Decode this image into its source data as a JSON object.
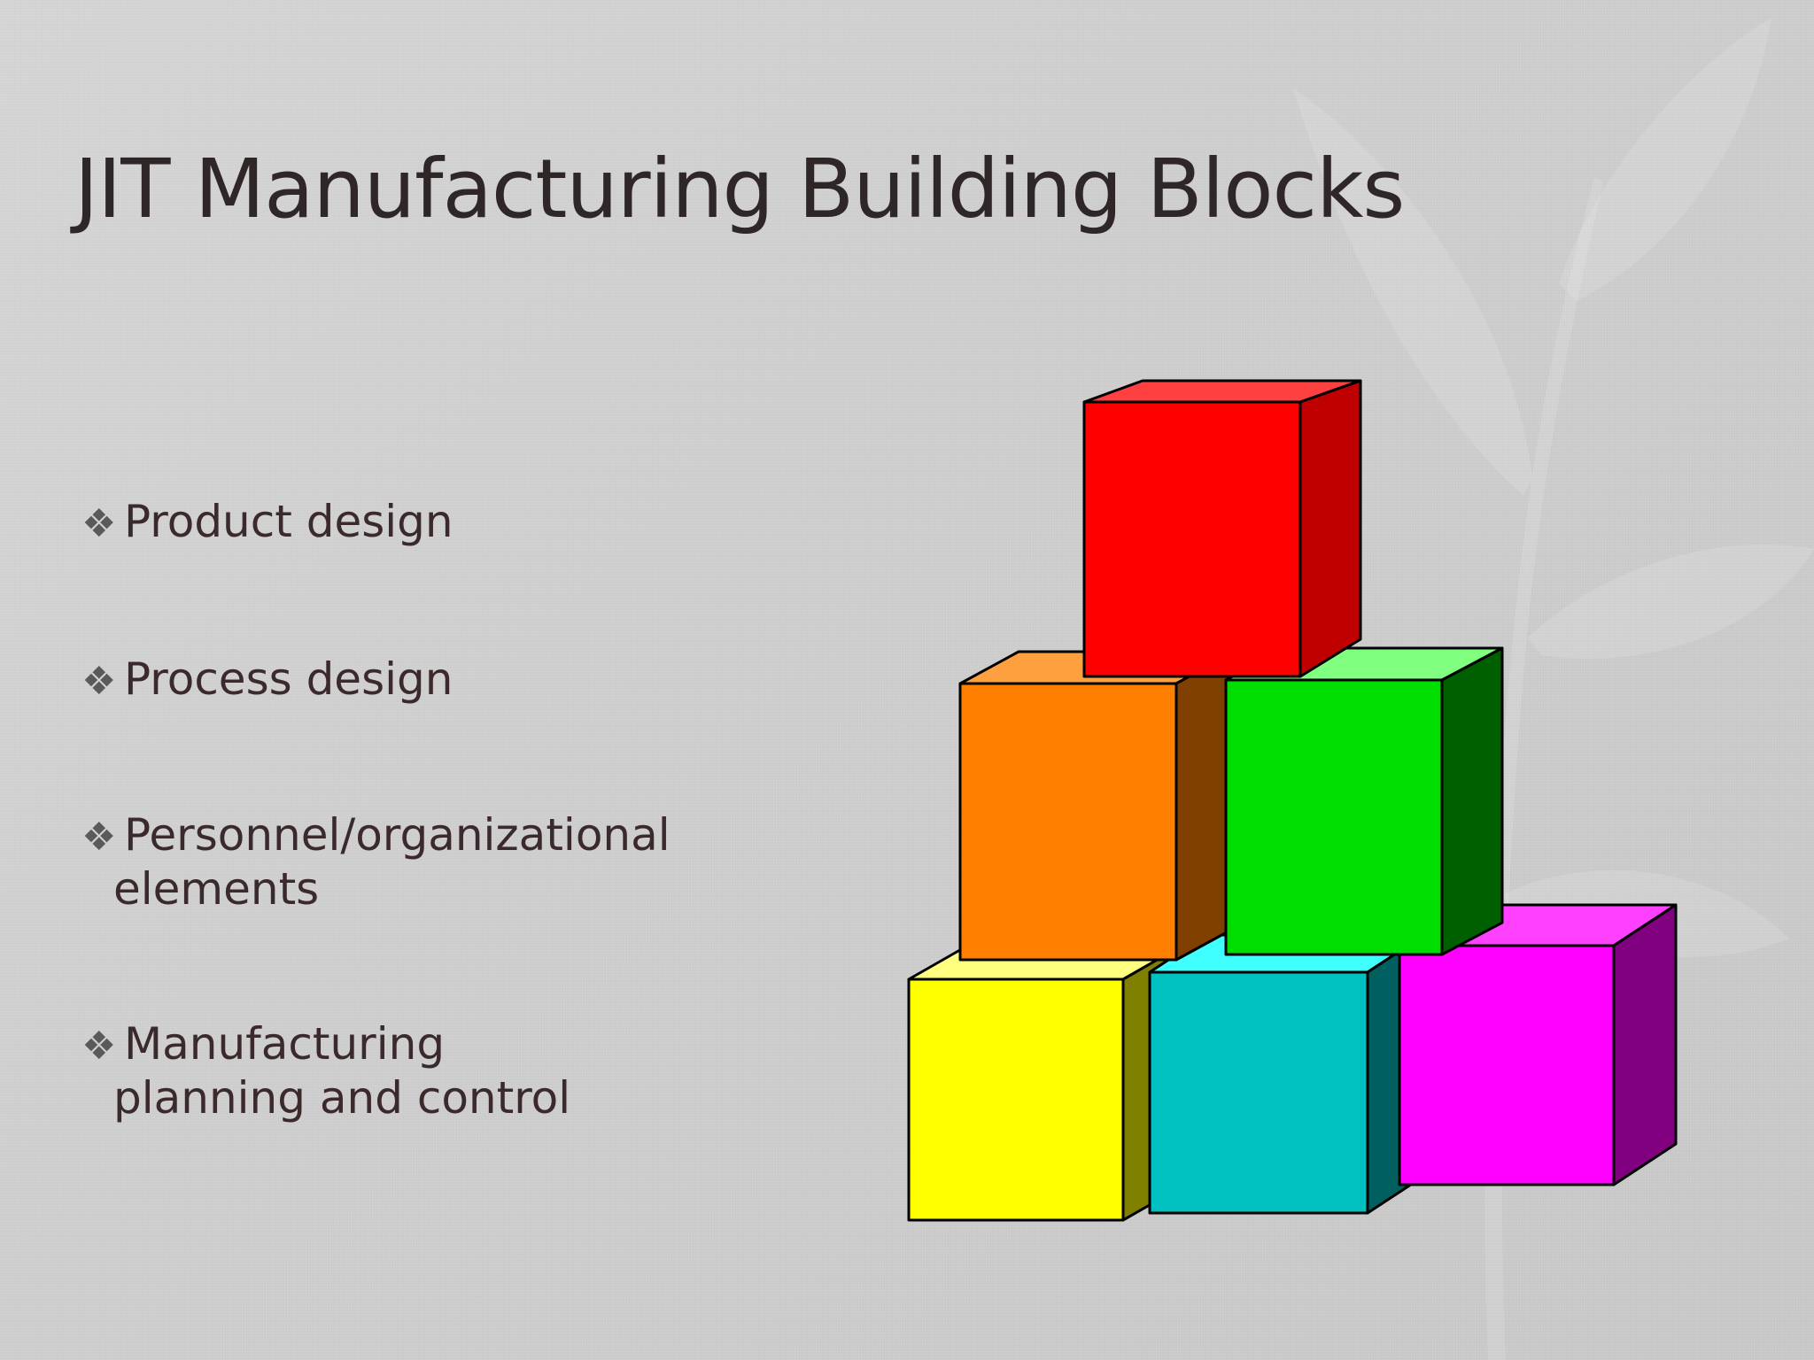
{
  "slide": {
    "title": "JIT Manufacturing Building Blocks",
    "bullet_glyph": "❖",
    "bullets": [
      {
        "line1": "Product design",
        "line2": ""
      },
      {
        "line1": "Process design",
        "line2": ""
      },
      {
        "line1": "Personnel/organizational",
        "line2": "elements"
      },
      {
        "line1": "Manufacturing",
        "line2": "planning and control"
      }
    ]
  },
  "colors": {
    "title_text": "#2e2627",
    "bullet_text": "#3b2a2b",
    "block_red": "#ff0000",
    "block_orange": "#ff8000",
    "block_green": "#00dd00",
    "block_yellow": "#ffff00",
    "block_cyan": "#00c0c0",
    "block_magenta": "#ff00ff"
  },
  "icons": {
    "bullet": "diamond-cluster-icon",
    "background": "leaf-watermark"
  }
}
